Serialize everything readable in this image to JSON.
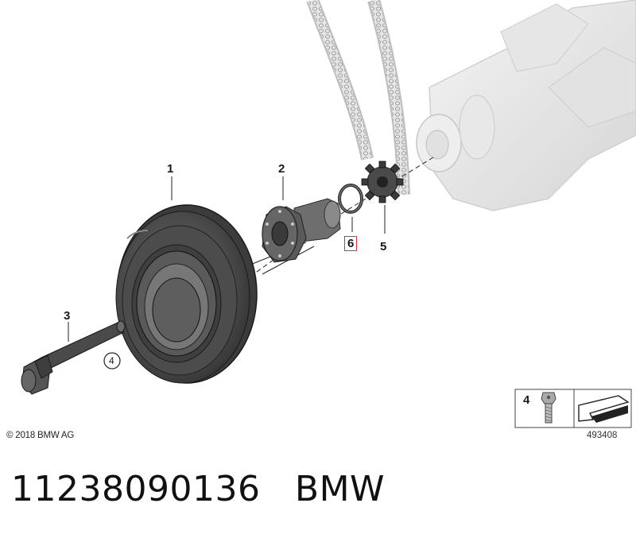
{
  "diagram": {
    "callouts": [
      "1",
      "2",
      "3",
      "4",
      "5",
      "6"
    ],
    "highlighted_callout": "6",
    "highlight_color": "#e0303a"
  },
  "legend": {
    "item_number": "4",
    "drawing_number": "493408"
  },
  "copyright": "© 2018 BMW AG",
  "footer": {
    "part_number": "11238090136",
    "brand": "BMW"
  }
}
